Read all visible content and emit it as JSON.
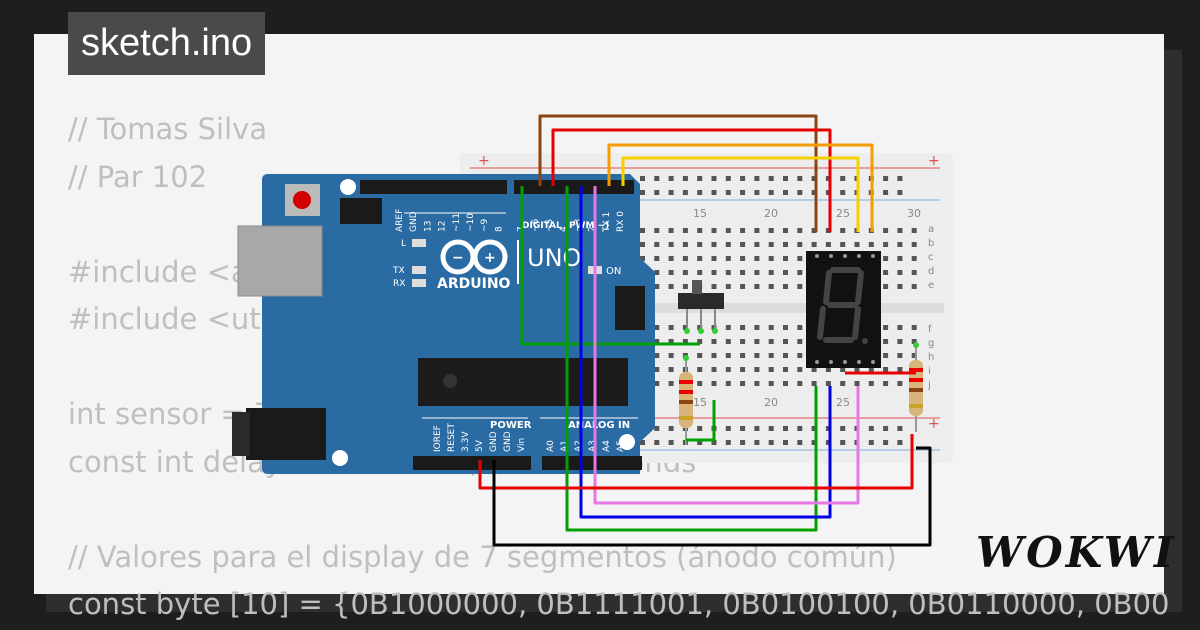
{
  "title_tag": "sketch.ino",
  "logo": "WOKWI",
  "code_lines": [
    "// Tomas Silva",
    "// Par 102",
    "",
    "#include <avr/io.h>",
    "#include <util/delay.h>",
    "",
    "int sensor = 7;",
    "const int delayTime = 1000; // milliseconds",
    "",
    "// Valores para el display de 7 segmentos (ánodo común)",
    "const byte [10] = {0B1000000, 0B1111001, 0B0100100, 0B0110000, 0B00"
  ],
  "arduino": {
    "brand": "ARDUINO",
    "model": "UNO",
    "header_digital": "DIGITAL (PWM ~)",
    "power_header": "POWER",
    "analog_header": "ANALOG IN",
    "led_on": "ON",
    "led_l": "L",
    "led_tx": "TX",
    "led_rx": "RX",
    "digital_pins": [
      "AREF",
      "GND",
      "13",
      "12",
      "~11",
      "~10",
      "~9",
      "8",
      "7",
      "~6",
      "~5",
      "4",
      "~3",
      "2",
      "TX 1",
      "RX 0"
    ],
    "power_pins": [
      "IOREF",
      "RESET",
      "3.3V",
      "5V",
      "GND",
      "GND",
      "Vin"
    ],
    "analog_pins": [
      "A0",
      "A1",
      "A2",
      "A3",
      "A4",
      "A5"
    ]
  },
  "breadboard": {
    "col_labels": [
      "15",
      "20",
      "25",
      "30"
    ],
    "bottom_col_labels": [
      "15",
      "20",
      "25"
    ],
    "row_labels_top": [
      "a",
      "b",
      "c",
      "d",
      "e"
    ],
    "row_labels_bottom": [
      "f",
      "g",
      "h",
      "i",
      "j"
    ],
    "rail_plus": "+",
    "rail_minus": "−"
  },
  "wire_colors": {
    "brown": "#8b4513",
    "red": "#e60000",
    "orange": "#f59d00",
    "yellow": "#f5d000",
    "green": "#00a000",
    "blue": "#0000e6",
    "pink": "#e777e7",
    "black": "#000000"
  },
  "board_color": "#2b6ba3"
}
